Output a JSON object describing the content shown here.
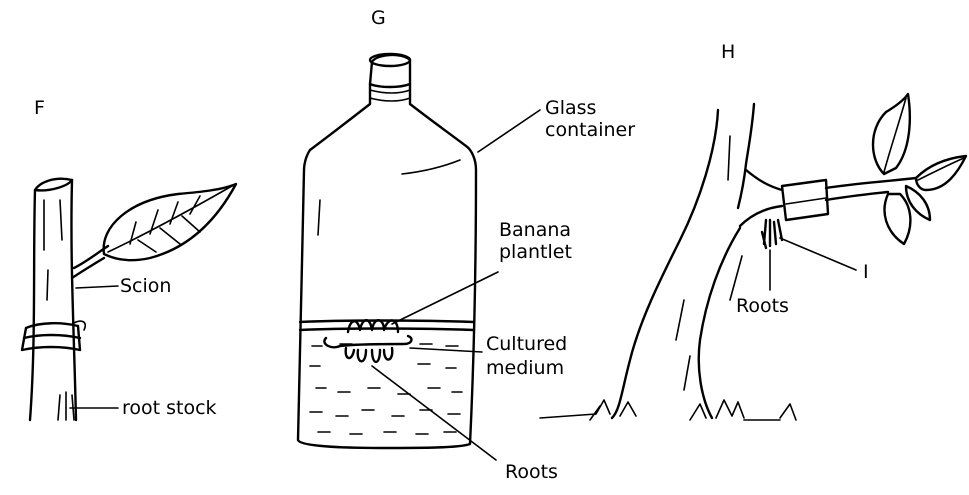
{
  "figures": {
    "F": {
      "letter": "F",
      "labels": {
        "scion": "Scion",
        "root_stock": "root stock"
      }
    },
    "G": {
      "letter": "G",
      "labels": {
        "glass_line1": "Glass",
        "glass_line2": "container",
        "banana_line1": "Banana",
        "banana_line2": "plantlet",
        "cultured_line1": "Cultured",
        "cultured_line2": "medium",
        "roots": "Roots"
      }
    },
    "H": {
      "letter": "H",
      "labels": {
        "marker": "I",
        "roots": "Roots"
      }
    }
  }
}
